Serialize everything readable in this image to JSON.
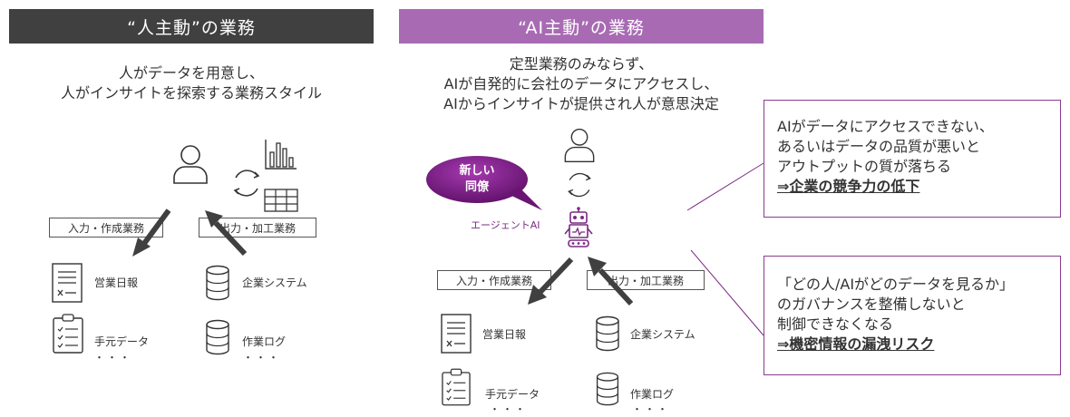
{
  "left": {
    "header": "“人主動”の業務",
    "description": [
      "人がデータを用意し、",
      "人がインサイトを探索する業務スタイル"
    ],
    "tag_input": "入力・作成業務",
    "tag_output": "出力・加工業務",
    "items": {
      "daily_report": "営業日報",
      "enterprise_system": "企業システム",
      "local_data": "手元データ",
      "work_log": "作業ログ",
      "ellipsis": "・・・"
    }
  },
  "right": {
    "header": "“AI主動”の業務",
    "description": [
      "定型業務のみならず、",
      "AIが自発的に会社のデータにアクセスし、",
      "AIからインサイトが提供され人が意思決定"
    ],
    "bubble": [
      "新しい",
      "同僚"
    ],
    "agent_label": "エージェントAI",
    "tag_input": "入力・作成業務",
    "tag_output": "出力・加工業務",
    "items": {
      "daily_report": "営業日報",
      "enterprise_system": "企業システム",
      "local_data": "手元データ",
      "work_log": "作業ログ",
      "ellipsis": "・・・"
    }
  },
  "risks": [
    {
      "lines": [
        "AIがデータにアクセスできない、",
        "あるいはデータの品質が悪いと",
        "アウトプットの質が落ちる"
      ],
      "conclusion": "⇒企業の競争力の低下"
    },
    {
      "lines": [
        "「どの人/AIがどのデータを見るか」",
        "のガバナンスを整備しないと",
        "制御できなくなる"
      ],
      "conclusion": "⇒機密情報の漏洩リスク"
    }
  ],
  "colors": {
    "left_header": "#404040",
    "right_header": "#a86bb3",
    "accent": "#7b2a83",
    "arrow": "#404040"
  },
  "icons": [
    "person-icon",
    "cycle-icon",
    "bar-chart-icon",
    "table-icon",
    "document-icon",
    "database-icon",
    "clipboard-icon",
    "robot-icon",
    "speech-bubble"
  ]
}
